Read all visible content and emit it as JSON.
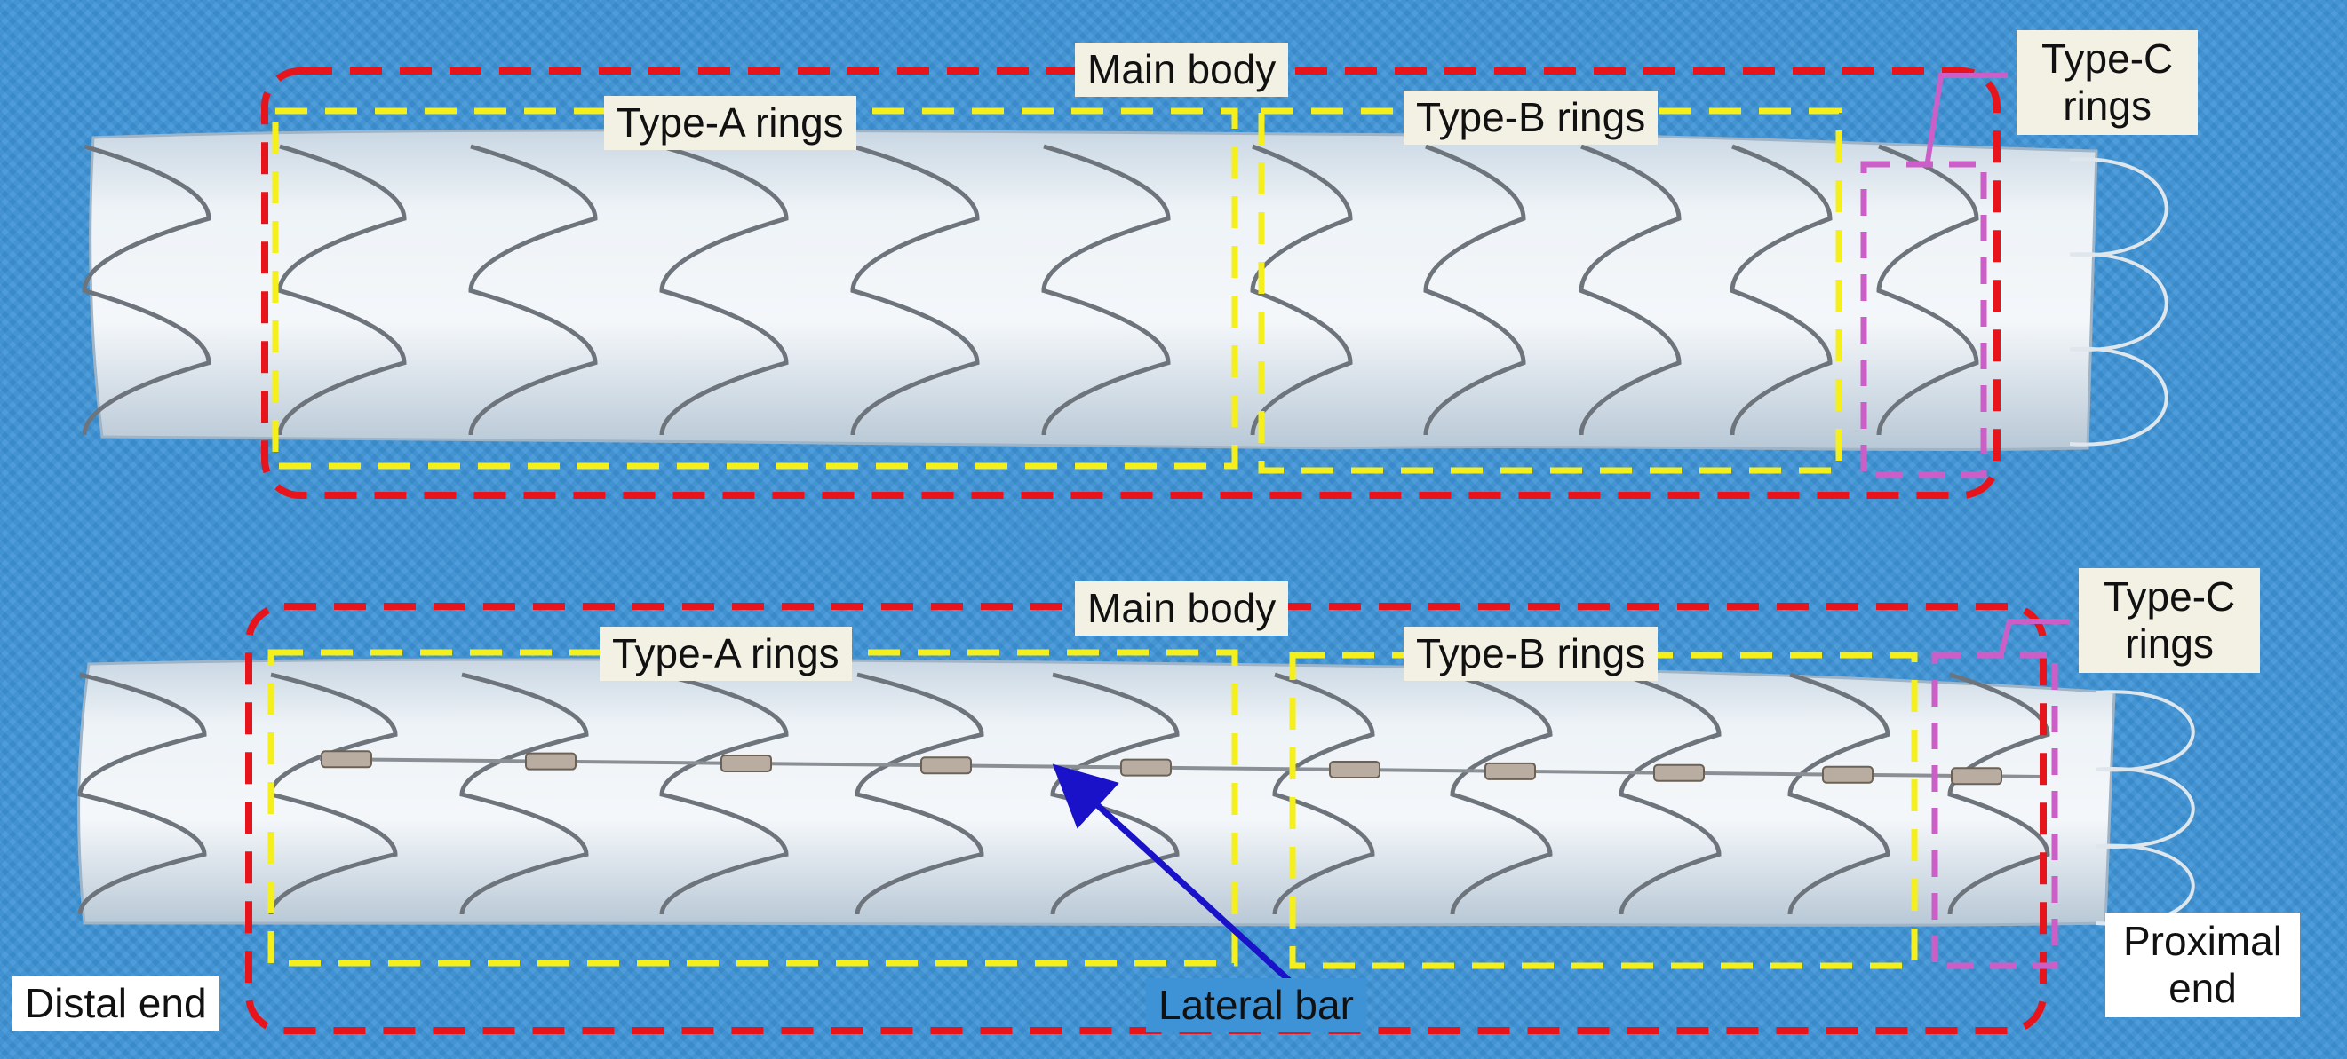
{
  "figure": {
    "background_color": "#3d93d6",
    "colors": {
      "main_body_box": "#e8141b",
      "type_a_box": "#f5ef1b",
      "type_b_box": "#f5ef1b",
      "type_c_box": "#cc5fc7",
      "lateral_bar_arrow": "#1a12c8"
    },
    "top_panel": {
      "main_body": "Main body",
      "type_a": "Type-A rings",
      "type_b": "Type-B rings",
      "type_c_line1": "Type-C",
      "type_c_line2": "rings"
    },
    "bottom_panel": {
      "main_body": "Main body",
      "type_a": "Type-A rings",
      "type_b": "Type-B rings",
      "type_c_line1": "Type-C",
      "type_c_line2": "rings",
      "distal_end": "Distal end",
      "lateral_bar": "Lateral bar",
      "proximal_line1": "Proximal",
      "proximal_line2": "end"
    }
  }
}
